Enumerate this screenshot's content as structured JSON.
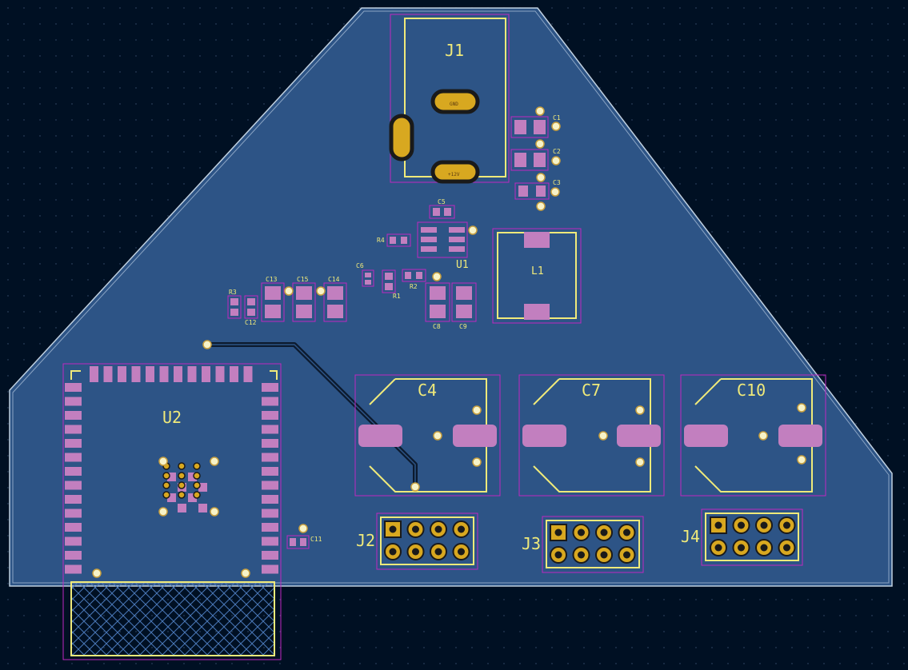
{
  "colors": {
    "background": "#001023",
    "board": "#2d5486",
    "board_outline": "#bfd0e0",
    "silkscreen": "#f0ea7a",
    "pad": "#c27fbf",
    "courtyard": "#c028c0",
    "gold": "#d8a820",
    "via": "#f7f3c8",
    "track": "#0c1a2e"
  },
  "components": {
    "J1": "J1",
    "J1_pin_gnd": "GND",
    "J1_pin_vbus": "+12V",
    "C1": "C1",
    "C2": "C2",
    "C3": "C3",
    "C4": "C4",
    "C5": "C5",
    "C6": "C6",
    "C7": "C7",
    "C8": "C8",
    "C9": "C9",
    "C10": "C10",
    "C11": "C11",
    "C12": "C12",
    "C13": "C13",
    "C14": "C14",
    "C15": "C15",
    "R1": "R1",
    "R2": "R2",
    "R3": "R3",
    "R4": "R4",
    "U1": "U1",
    "U2": "U2",
    "L1": "L1",
    "J2": "J2",
    "J3": "J3",
    "J4": "J4"
  }
}
